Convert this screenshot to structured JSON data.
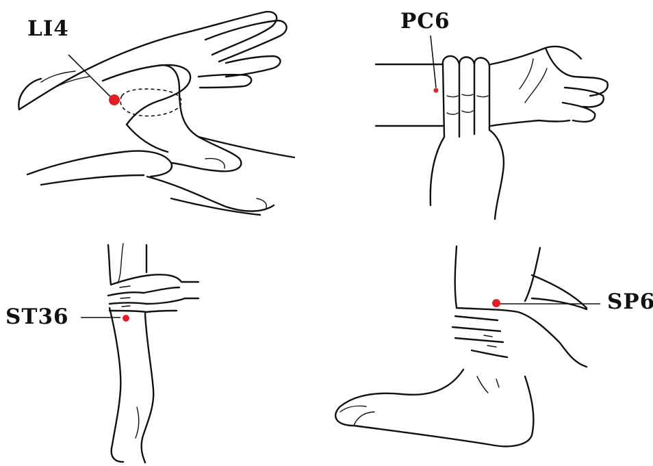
{
  "points": {
    "li4": {
      "label": "LI4"
    },
    "pc6": {
      "label": "PC6"
    },
    "st36": {
      "label": "ST36"
    },
    "sp6": {
      "label": "SP6"
    }
  },
  "colors": {
    "point": "#e31e24",
    "ink": "#111111",
    "background": "#ffffff"
  }
}
